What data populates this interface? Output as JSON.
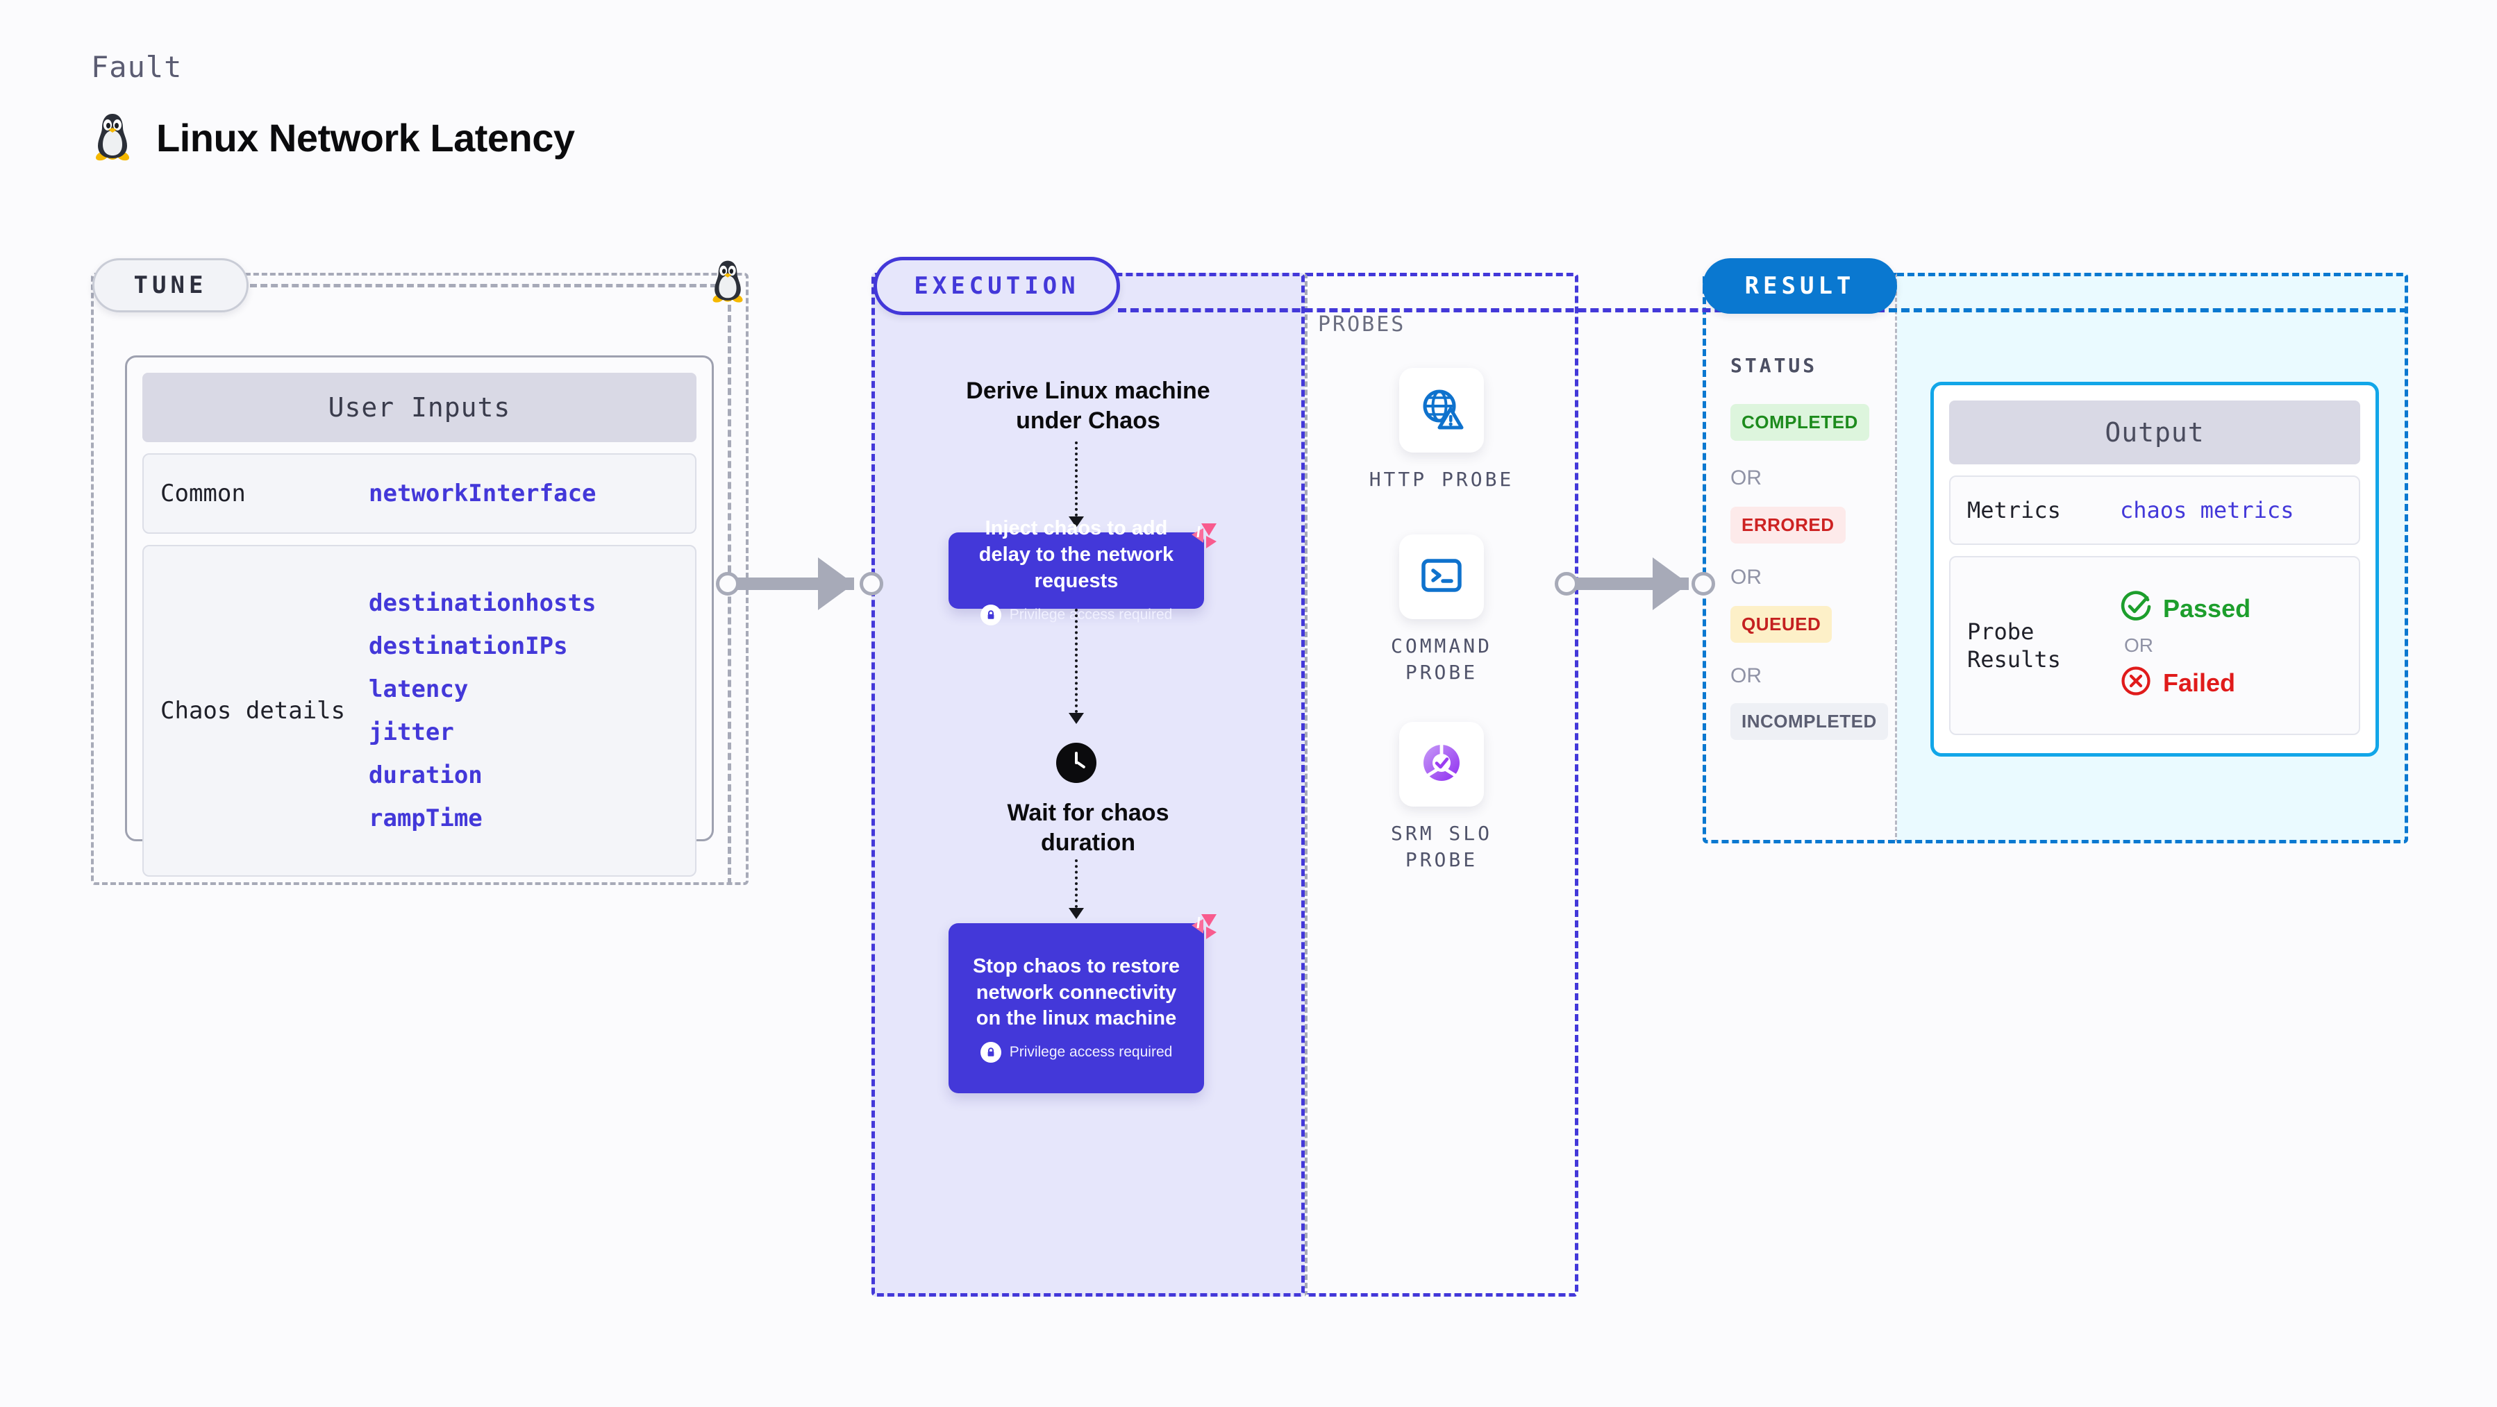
{
  "header": {
    "kicker": "Fault",
    "title": "Linux Network Latency",
    "icon": "linux-penguin-icon"
  },
  "sections": {
    "tune": {
      "pill_label": "TUNE"
    },
    "execution": {
      "pill_label": "EXECUTION"
    },
    "probes": {
      "title": "PROBES"
    },
    "result": {
      "pill_label": "RESULT"
    }
  },
  "tune": {
    "card_title": "User Inputs",
    "rows": [
      {
        "key": "Common",
        "values": [
          "networkInterface"
        ]
      },
      {
        "key": "Chaos details",
        "values": [
          "destinationhosts",
          "destinationIPs",
          "latency",
          "jitter",
          "duration",
          "rampTime"
        ]
      }
    ]
  },
  "execution": {
    "steps": [
      {
        "type": "label",
        "text": "Derive Linux machine under Chaos"
      },
      {
        "type": "action",
        "title": "Inject chaos to add delay to the network requests",
        "note": "Privilege access required",
        "note_icon": "lock-icon",
        "badge_icon": "litmus-logo-icon"
      },
      {
        "type": "wait",
        "text": "Wait for chaos duration",
        "icon": "clock-icon"
      },
      {
        "type": "action",
        "title": "Stop chaos to restore network connectivity on the linux machine",
        "note": "Privilege access required",
        "note_icon": "lock-icon",
        "badge_icon": "litmus-logo-icon"
      }
    ]
  },
  "probes": [
    {
      "name": "HTTP PROBE",
      "icon": "globe-warning-icon"
    },
    {
      "name": "COMMAND PROBE",
      "icon": "terminal-icon"
    },
    {
      "name": "SRM SLO PROBE",
      "icon": "srm-slo-donut-check-icon"
    }
  ],
  "result": {
    "status_label": "STATUS",
    "or_label": "OR",
    "statuses": [
      {
        "label": "COMPLETED",
        "bg": "#ddf5dd",
        "fg": "#1d8b1d"
      },
      {
        "label": "ERRORED",
        "bg": "#fdeaea",
        "fg": "#cd2222"
      },
      {
        "label": "QUEUED",
        "bg": "#fdf0c8",
        "fg": "#c42020"
      },
      {
        "label": "INCOMPLETED",
        "bg": "#eef0f5",
        "fg": "#5b5e72"
      }
    ]
  },
  "output": {
    "card_title": "Output",
    "metrics_key": "Metrics",
    "metrics_value": "chaos metrics",
    "probe_results_key": "Probe Results",
    "or_label": "OR",
    "passed_label": "Passed",
    "failed_label": "Failed",
    "passed_icon": "check-circle-icon",
    "failed_icon": "x-circle-icon"
  },
  "colors": {
    "accent_purple": "#4338d9",
    "accent_blue": "#0a78d0",
    "output_border": "#12a6e8",
    "litmus_pink": "#f85b8e",
    "dashed_gray": "#a7aab8",
    "exec_bg": "#e6e6fb",
    "output_bg": "#eafaff"
  }
}
